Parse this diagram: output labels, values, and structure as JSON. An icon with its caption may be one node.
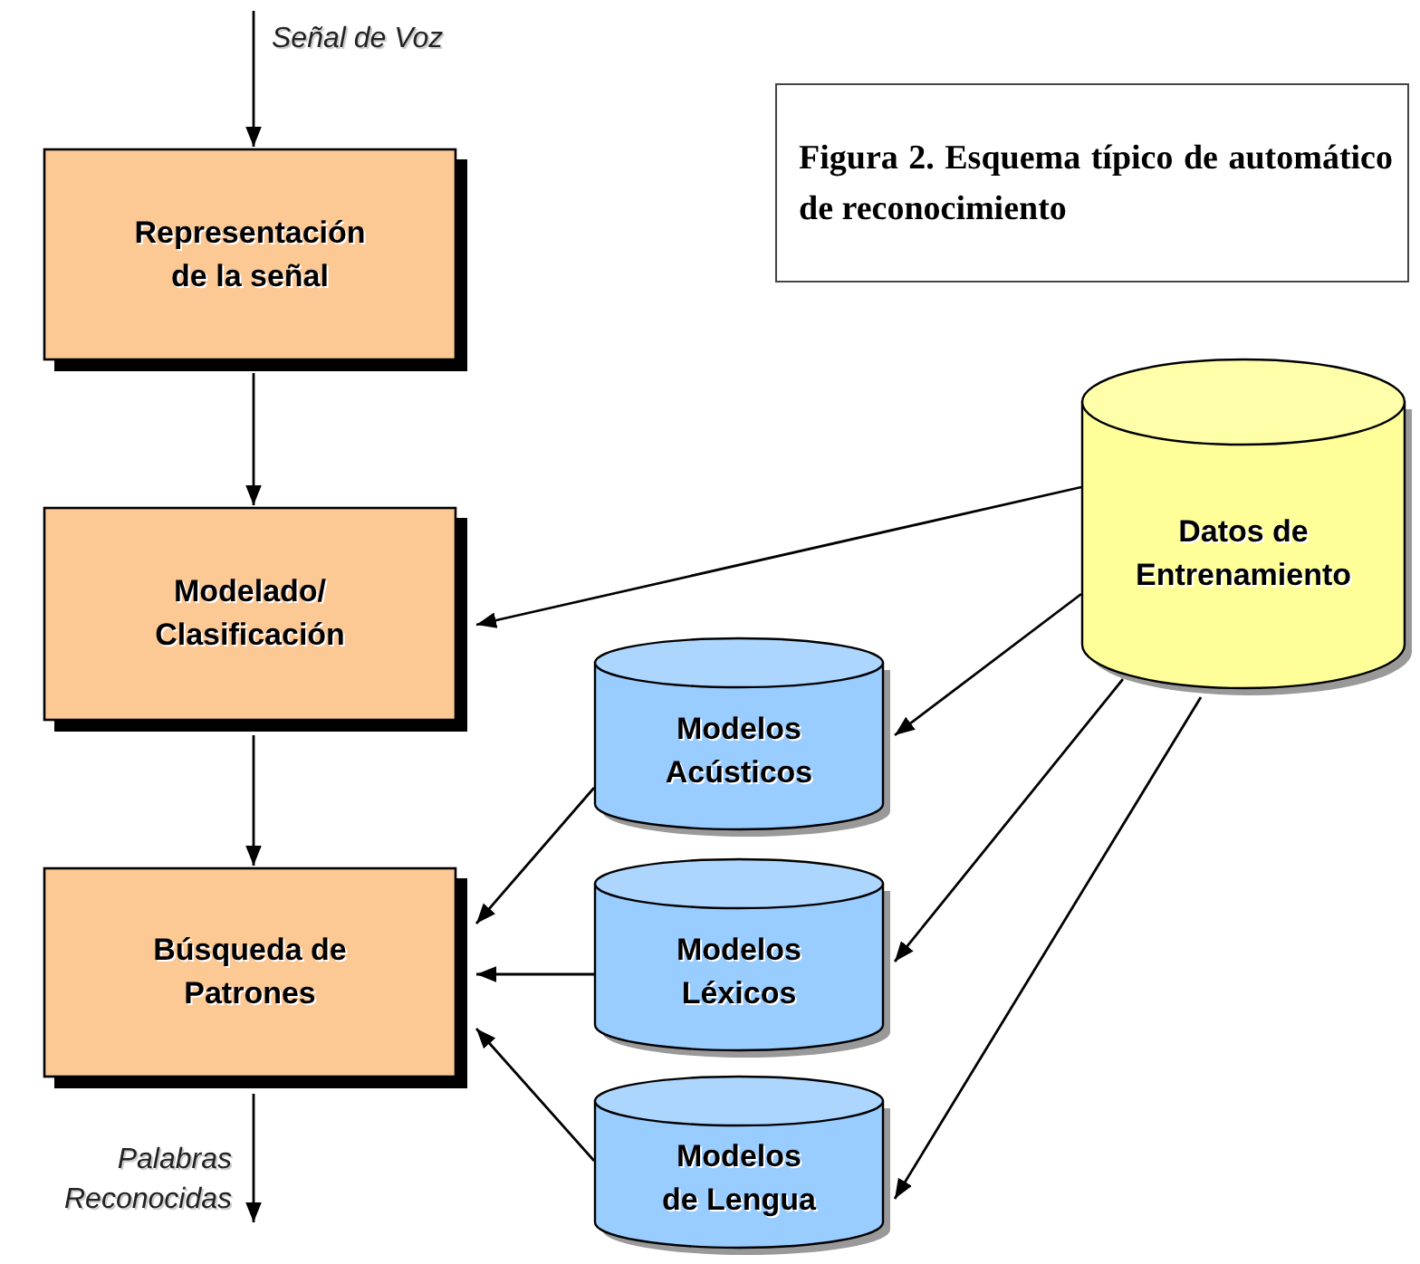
{
  "diagram": {
    "caption": "Figura 2. Esquema típico de automático de reconocimiento",
    "nodes": [
      {
        "text": [
          "Representación de la señal"
        ]
      },
      {
        "text": [
          "Modelado/ Clasificación"
        ]
      },
      {
        "text": [
          "Búsqueda de Patrones"
        ]
      },
      {
        "text": [
          "Datos de Entrenamiento"
        ]
      },
      {
        "text": [
          "Modelos Acústicos"
        ]
      },
      {
        "text": [
          "Modelos Léxicos"
        ]
      },
      {
        "text": [
          "Modelos de Lengua"
        ]
      }
    ],
    "edges": [
      {
        "from": null,
        "to": 0,
        "arrow": "to",
        "label": "Señal de Voz"
      },
      {
        "from": 0,
        "to": 1,
        "arrow": "to"
      },
      {
        "from": 1,
        "to": 2,
        "arrow": "to"
      },
      {
        "from": 2,
        "to": null,
        "arrow": "to",
        "label": "Palabras Reconocidas"
      },
      {
        "from": 3,
        "to": 1,
        "arrow": "to"
      },
      {
        "from": 3,
        "to": 4,
        "arrow": "to"
      },
      {
        "from": 3,
        "to": 5,
        "arrow": "to"
      },
      {
        "from": 3,
        "to": 6,
        "arrow": "to"
      },
      {
        "from": 4,
        "to": 2,
        "arrow": "to"
      },
      {
        "from": 5,
        "to": 2,
        "arrow": "to"
      },
      {
        "from": 6,
        "to": 2,
        "arrow": "to"
      }
    ]
  }
}
